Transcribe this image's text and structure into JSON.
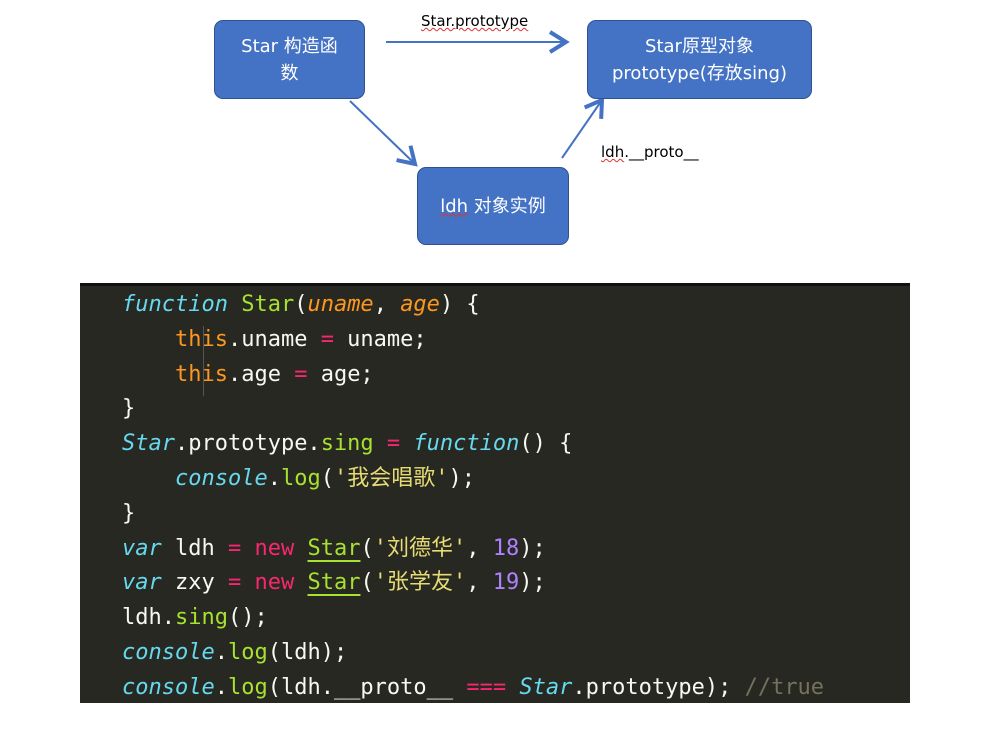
{
  "diagram": {
    "constructor_box": "Star 构造函数",
    "prototype_box": [
      "Star原型对象",
      "prototype(存放sing)"
    ],
    "instance_box_prefix": "ldh",
    "instance_box_suffix": " 对象实例",
    "edge_prototype": "Star.prototype",
    "edge_proto_prefix": "ldh",
    "edge_proto_suffix": ".__proto__",
    "box_color": "#4472c4"
  },
  "code": {
    "lines": [
      [
        {
          "t": "function",
          "c": "kw"
        },
        {
          "t": " "
        },
        {
          "t": "Star",
          "c": "fn"
        },
        {
          "t": "("
        },
        {
          "t": "uname",
          "c": "param"
        },
        {
          "t": ", "
        },
        {
          "t": "age",
          "c": "param"
        },
        {
          "t": ") {"
        }
      ],
      [
        {
          "t": "    "
        },
        {
          "t": "this",
          "c": "this"
        },
        {
          "t": ".uname "
        },
        {
          "t": "=",
          "c": "op"
        },
        {
          "t": " uname;"
        }
      ],
      [
        {
          "t": "    "
        },
        {
          "t": "this",
          "c": "this"
        },
        {
          "t": ".age "
        },
        {
          "t": "=",
          "c": "op"
        },
        {
          "t": " age;"
        }
      ],
      [
        {
          "t": "}"
        }
      ],
      [
        {
          "t": "Star",
          "c": "kw"
        },
        {
          "t": ".prototype."
        },
        {
          "t": "sing",
          "c": "fn"
        },
        {
          "t": " "
        },
        {
          "t": "=",
          "c": "op"
        },
        {
          "t": " "
        },
        {
          "t": "function",
          "c": "kw"
        },
        {
          "t": "() {"
        }
      ],
      [
        {
          "t": "    "
        },
        {
          "t": "console",
          "c": "kw"
        },
        {
          "t": "."
        },
        {
          "t": "log",
          "c": "fn"
        },
        {
          "t": "("
        },
        {
          "t": "'我会唱歌'",
          "c": "str"
        },
        {
          "t": ");"
        }
      ],
      [
        {
          "t": "}"
        }
      ],
      [
        {
          "t": "var",
          "c": "kw"
        },
        {
          "t": " ldh "
        },
        {
          "t": "=",
          "c": "op"
        },
        {
          "t": " "
        },
        {
          "t": "new",
          "c": "op"
        },
        {
          "t": " "
        },
        {
          "t": "Star",
          "c": "fnu"
        },
        {
          "t": "("
        },
        {
          "t": "'刘德华'",
          "c": "str"
        },
        {
          "t": ", "
        },
        {
          "t": "18",
          "c": "num"
        },
        {
          "t": ");"
        }
      ],
      [
        {
          "t": "var",
          "c": "kw"
        },
        {
          "t": " zxy "
        },
        {
          "t": "=",
          "c": "op"
        },
        {
          "t": " "
        },
        {
          "t": "new",
          "c": "op"
        },
        {
          "t": " "
        },
        {
          "t": "Star",
          "c": "fnu"
        },
        {
          "t": "("
        },
        {
          "t": "'张学友'",
          "c": "str"
        },
        {
          "t": ", "
        },
        {
          "t": "19",
          "c": "num"
        },
        {
          "t": ");"
        }
      ],
      [
        {
          "t": "ldh."
        },
        {
          "t": "sing",
          "c": "fn"
        },
        {
          "t": "();"
        }
      ],
      [
        {
          "t": "console",
          "c": "kw"
        },
        {
          "t": "."
        },
        {
          "t": "log",
          "c": "fn"
        },
        {
          "t": "(ldh);"
        }
      ],
      [
        {
          "t": "console",
          "c": "kw"
        },
        {
          "t": "."
        },
        {
          "t": "log",
          "c": "fn"
        },
        {
          "t": "(ldh.__proto__ "
        },
        {
          "t": "===",
          "c": "op"
        },
        {
          "t": " "
        },
        {
          "t": "Star",
          "c": "kw"
        },
        {
          "t": ".prototype); "
        },
        {
          "t": "//true",
          "c": "cm"
        }
      ]
    ],
    "colors": {
      "kw": "#66d9ef",
      "fn": "#a6e22e",
      "fnu": "#a6e22e",
      "param": "#fd971f",
      "this": "#fd971f",
      "op": "#f92672",
      "str": "#e6db74",
      "num": "#ae81ff",
      "cm": "#75715e"
    }
  }
}
